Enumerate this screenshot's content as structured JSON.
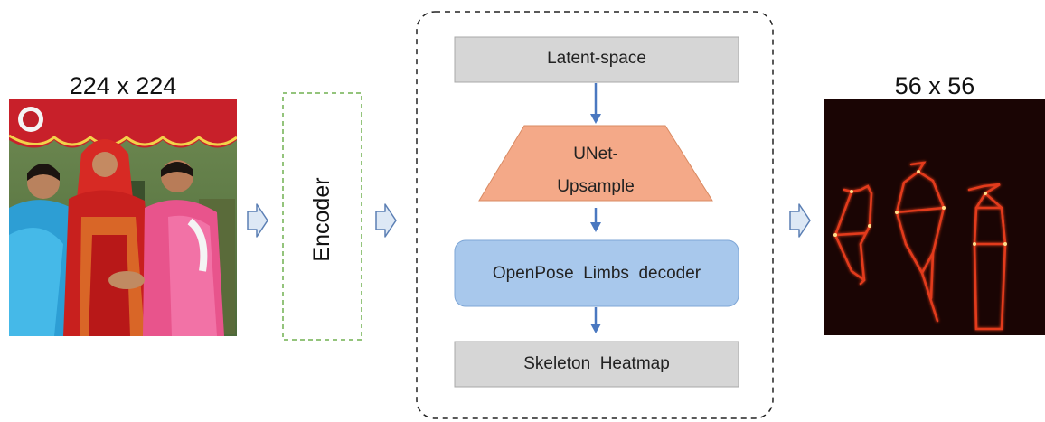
{
  "input": {
    "size_label": "224 x 224"
  },
  "output": {
    "size_label": "56 x 56"
  },
  "encoder": {
    "label": "Encoder"
  },
  "decoder": {
    "latent_label": "Latent-space",
    "unet_label_line1": "UNet-",
    "unet_label_line2": "Upsample",
    "openpose_label": "OpenPose  Limbs  decoder",
    "heatmap_label": "Skeleton  Heatmap"
  },
  "colors": {
    "gray_box": "#d6d6d6",
    "unet_fill": "#f4a988",
    "openpose_fill": "#a8c8ec",
    "arrow_blue": "#4a78c0",
    "encoder_border": "#70b050",
    "skeleton_red": "#e23a1c"
  }
}
